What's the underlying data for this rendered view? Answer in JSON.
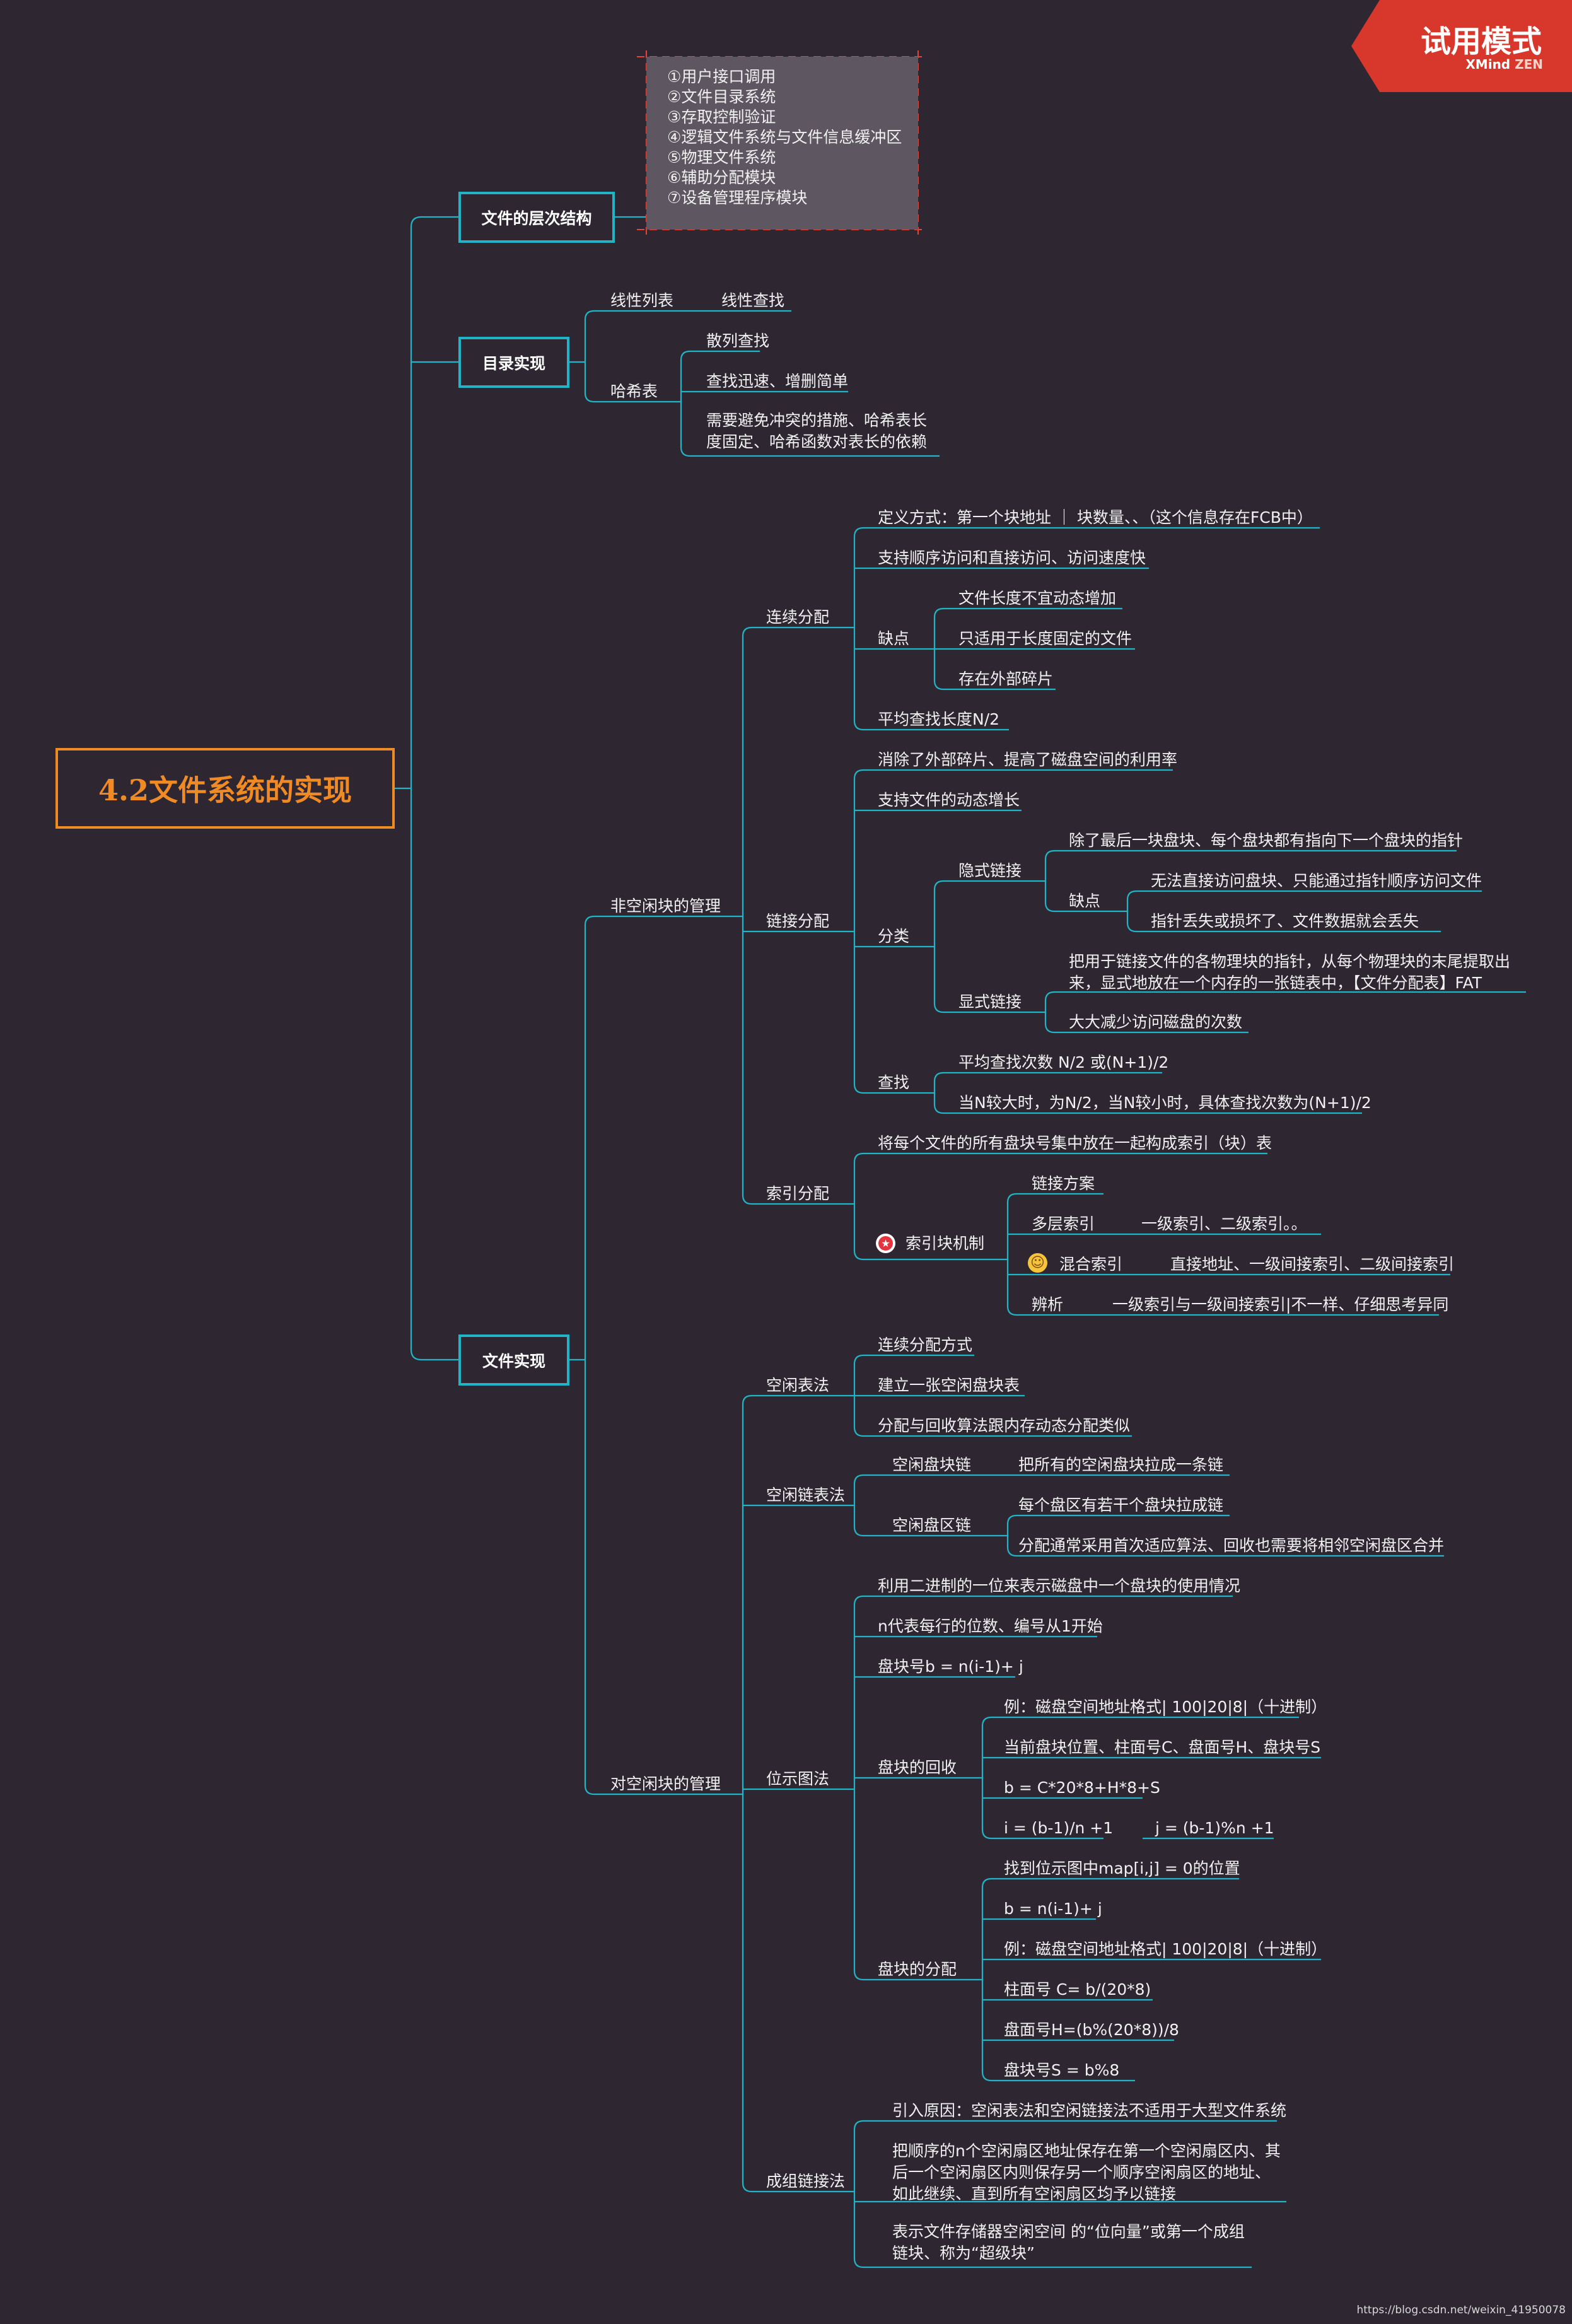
{
  "watermark": {
    "title": "试用模式",
    "brand": "XMind",
    "edition": "ZEN"
  },
  "credit": "https://blog.csdn.net/weixin_41950078",
  "root": "4.2文件系统的实现",
  "branches": {
    "layers": "文件的层次结构",
    "directory": "目录实现",
    "impl": "文件实现"
  },
  "layers_note": [
    "①用户接口调用",
    "②文件目录系统",
    "③存取控制验证",
    "④逻辑文件系统与文件信息缓冲区",
    "⑤物理文件系统",
    "⑥辅助分配模块",
    "⑦设备管理程序模块"
  ],
  "directory": {
    "linear": "线性列表",
    "linear_search": "线性查找",
    "hash": "哈希表",
    "hash_items": [
      "散列查找",
      "查找迅速、增删简单",
      "需要避免冲突的措施、哈希表长度固定、哈希函数对表长的依赖"
    ]
  },
  "nonfree": {
    "label": "非空闲块的管理",
    "contiguous": {
      "label": "连续分配",
      "define": "定义方式：第一个块地址 ｜ 块数量、、（这个信息存在FCB中）",
      "access": "支持顺序访问和直接访问、访问速度快",
      "cons": "缺点",
      "cons_items": [
        "文件长度不宜动态增加",
        "只适用于长度固定的文件",
        "存在外部碎片"
      ],
      "avg": "平均查找长度N/2"
    },
    "linked": {
      "label": "链接分配",
      "pro1": "消除了外部碎片、提高了磁盘空间的利用率",
      "pro2": "支持文件的动态增长",
      "classify": "分类",
      "implicit": "隐式链接",
      "implicit_desc": "除了最后一块盘块、每个盘块都有指向下一个盘块的指针",
      "implicit_cons": "缺点",
      "implicit_cons_items": [
        "无法直接访问盘块、只能通过指针顺序访问文件",
        "指针丢失或损坏了、文件数据就会丢失"
      ],
      "explicit": "显式链接",
      "explicit_desc": "把用于链接文件的各物理块的指针，从每个物理块的末尾提取出来，显式地放在一个内存的一张链表中，【文件分配表】FAT",
      "explicit_benefit": "大大减少访问磁盘的次数",
      "search": "查找",
      "search_items": [
        "平均查找次数 N/2 或(N+1)/2",
        "当N较大时，为N/2，当N较小时，具体查找次数为(N+1)/2"
      ]
    },
    "indexed": {
      "label": "索引分配",
      "desc": "将每个文件的所有盘块号集中放在一起构成索引（块）表",
      "mechanism": "索引块机制",
      "link_scheme": "链接方案",
      "multi": "多层索引",
      "multi_desc": "一级索引、二级索引。。",
      "mixed": "混合索引",
      "mixed_desc": "直接地址、一级间接索引、二级间接索引",
      "analyze": "辨析",
      "analyze_desc": "一级索引与一级间接索引|不一样、仔细思考异同"
    }
  },
  "free": {
    "label": "对空闲块的管理",
    "table": {
      "label": "空闲表法",
      "items": [
        "连续分配方式",
        "建立一张空闲盘块表",
        "分配与回收算法跟内存动态分配类似"
      ]
    },
    "list": {
      "label": "空闲链表法",
      "block_chain": "空闲盘块链",
      "block_chain_desc": "把所有的空闲盘块拉成一条链",
      "zone_chain": "空闲盘区链",
      "zone_items": [
        "每个盘区有若干个盘块拉成链",
        "分配通常采用首次适应算法、回收也需要将相邻空闲盘区合并"
      ]
    },
    "bitmap": {
      "label": "位示图法",
      "items": [
        "利用二进制的一位来表示磁盘中一个盘块的使用情况",
        "n代表每行的位数、编号从1开始",
        "盘块号b = n(i-1)+ j"
      ],
      "recycle": "盘块的回收",
      "recycle_items": [
        "例：磁盘空间地址格式| 100|20|8|（十进制）",
        "当前盘块位置、柱面号C、盘面号H、盘块号S",
        "b = C*20*8+H*8+S"
      ],
      "recycle_i": "i =   (b-1)/n  +1",
      "recycle_j": "j = (b-1)%n +1",
      "alloc": "盘块的分配",
      "alloc_items": [
        "找到位示图中map[i,j] = 0的位置",
        "b = n(i-1)+ j",
        "例：磁盘空间地址格式| 100|20|8|（十进制）",
        "柱面号 C= b/(20*8)",
        "盘面号H=(b%(20*8))/8",
        "盘块号S = b%8"
      ]
    },
    "group": {
      "label": "成组链接法",
      "items": [
        "引入原因：空闲表法和空闲链接法不适用于大型文件系统",
        "把顺序的n个空闲扇区地址保存在第一个空闲扇区内、其后一个空闲扇区内则保存另一个顺序空闲扇区的地址、如此继续、直到所有空闲扇区均予以链接",
        "表示文件存储器空闲空间 的“位向量”或第一个成组链块、称为“超级块”"
      ]
    }
  }
}
